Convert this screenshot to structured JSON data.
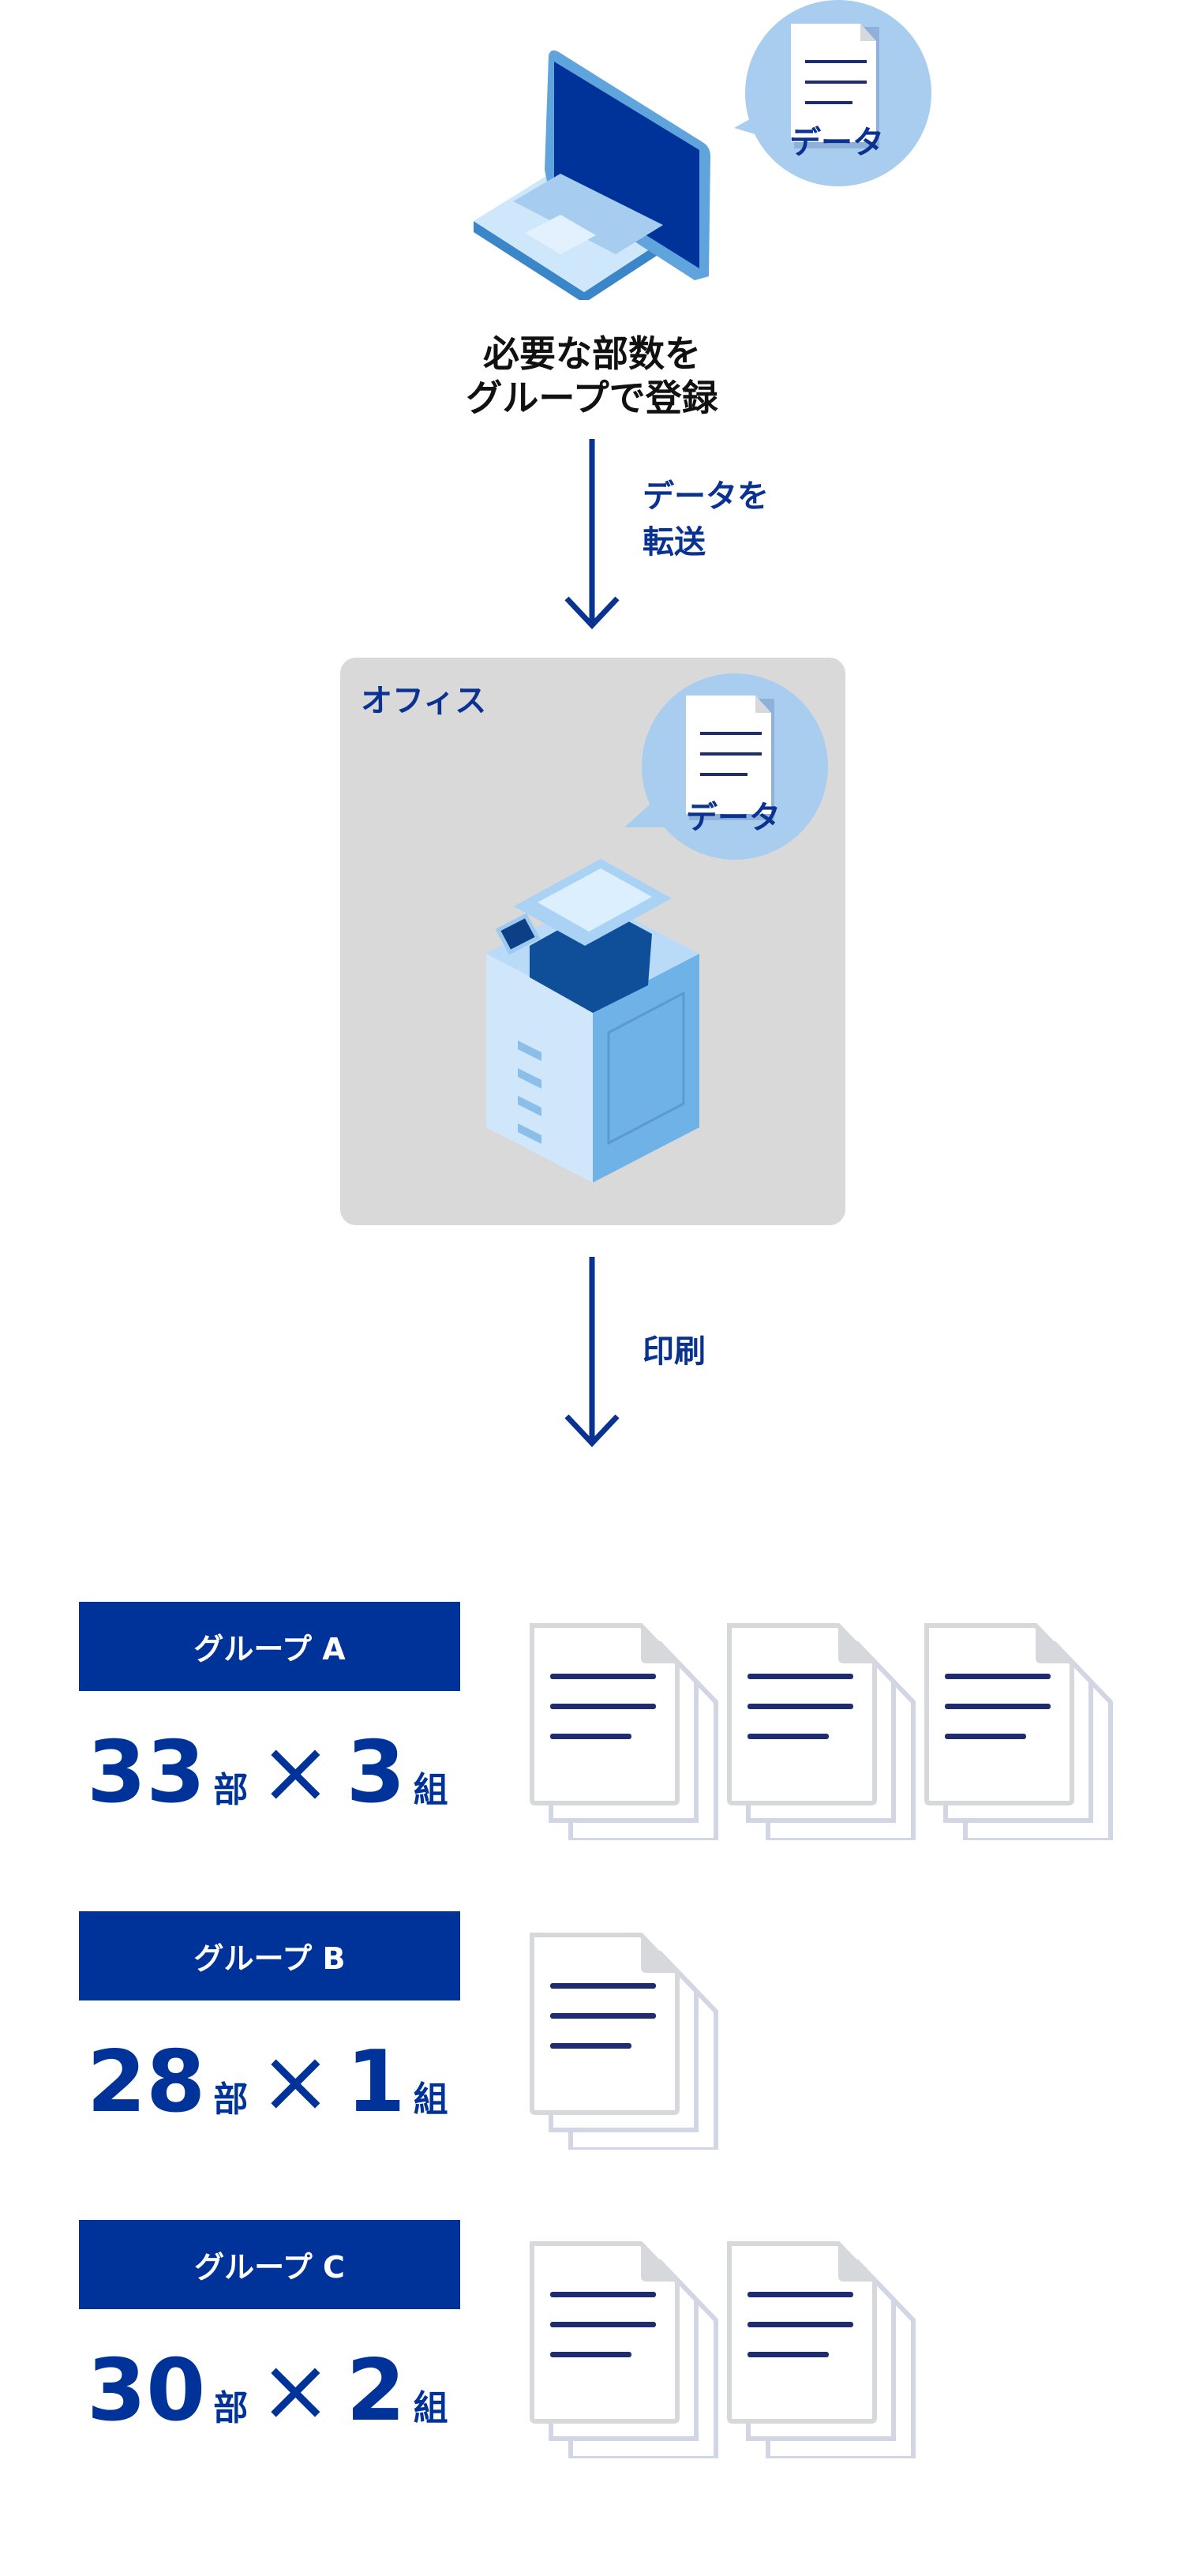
{
  "top": {
    "bubble_label": "データ",
    "caption_lines": [
      "必要な部数を",
      "グループで登録"
    ]
  },
  "arrow1": {
    "label_lines": [
      "データを",
      "転送"
    ]
  },
  "office": {
    "label": "オフィス",
    "bubble_label": "データ"
  },
  "arrow2": {
    "label": "印刷"
  },
  "groups": [
    {
      "name": "グループ A",
      "copies": "33",
      "copies_unit": "部",
      "times": "×",
      "sets": "3",
      "sets_unit": "組",
      "stack_count": 3
    },
    {
      "name": "グループ B",
      "copies": "28",
      "copies_unit": "部",
      "times": "×",
      "sets": "1",
      "sets_unit": "組",
      "stack_count": 1
    },
    {
      "name": "グループ C",
      "copies": "30",
      "copies_unit": "部",
      "times": "×",
      "sets": "2",
      "sets_unit": "組",
      "stack_count": 2
    }
  ],
  "colors": {
    "brand_blue": "#003399",
    "text_blue": "#0a3291",
    "bubble": "#a9cdee",
    "office_bg": "#d9d9d9"
  }
}
